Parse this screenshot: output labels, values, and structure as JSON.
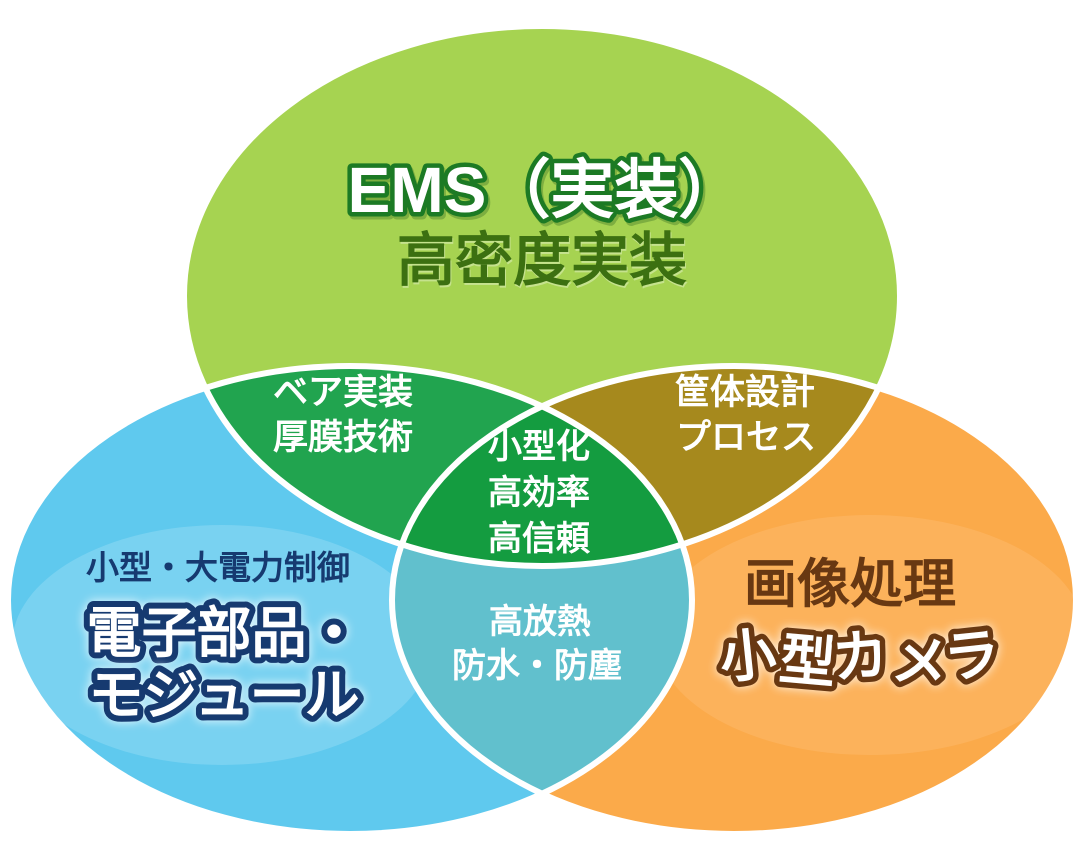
{
  "colors": {
    "background": "#ffffff",
    "border": "#ffffff",
    "white": "#ffffff",
    "circle_top": "#a6d351",
    "circle_left": "#5fc9ee",
    "circle_right": "#fbaa4a",
    "glow_left": "#8ed8f4",
    "glow_right": "#fcbd70",
    "overlap_top_left": "#21a44f",
    "overlap_top_right": "#a6891d",
    "overlap_bottom": "#61c0cd",
    "overlap_center": "#149c40",
    "ems_outline": "#1c7a24",
    "top_subtitle_color": "#3c7011",
    "left_navy": "#163a70",
    "right_brown": "#683812"
  },
  "circles": {
    "top": {
      "title": "EMS（実装）",
      "subtitle": "高密度実装"
    },
    "left": {
      "tagline": "小型・大電力制御",
      "title_line1": "電子部品・",
      "title_line2": "モジュール"
    },
    "right": {
      "title_line1": "画像処理",
      "title_line2": "小型カメラ"
    }
  },
  "overlaps": {
    "top_left": {
      "line1": "ベア実装",
      "line2": "厚膜技術"
    },
    "top_right": {
      "line1": "筐体設計",
      "line2": "プロセス"
    },
    "center": {
      "line1": "小型化",
      "line2": "高効率",
      "line3": "高信頼"
    },
    "bottom": {
      "line1": "高放熱",
      "line2": "防水・防塵"
    }
  }
}
